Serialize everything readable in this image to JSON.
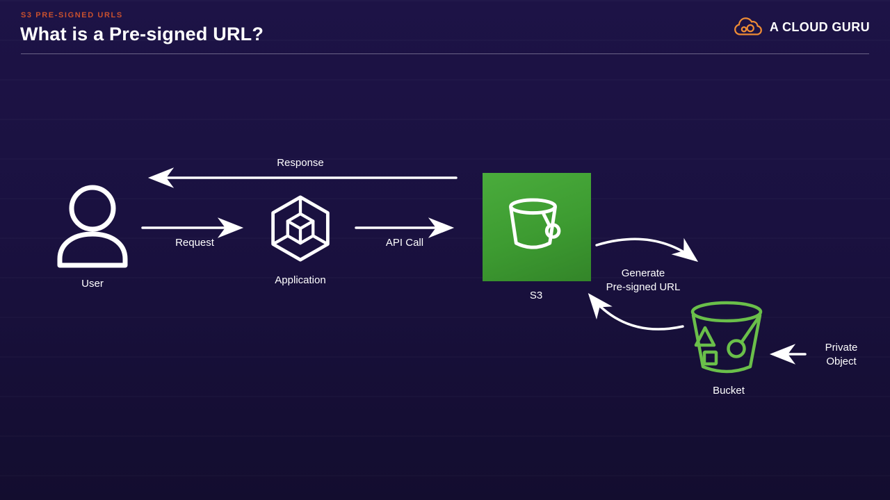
{
  "header": {
    "eyebrow": "S3 PRE-SIGNED URLS",
    "title": "What is a Pre-signed URL?"
  },
  "brand": {
    "name": "A CLOUD GURU",
    "logo_icon": "cloud-gears-icon",
    "logo_color": "#EF8C35"
  },
  "colors": {
    "background_top": "#1D1346",
    "background_bottom": "#130D2F",
    "eyebrow_text": "#C8502E",
    "s3_tile_green": "#3D9B31",
    "bucket_outline_green": "#6ABF4A",
    "arrow_white": "#FFFFFF"
  },
  "diagram": {
    "nodes": {
      "user": {
        "label": "User",
        "icon": "user-icon"
      },
      "application": {
        "label": "Application",
        "icon": "application-cube-icon"
      },
      "s3": {
        "label": "S3",
        "icon": "s3-service-icon"
      },
      "bucket": {
        "label": "Bucket",
        "icon": "bucket-objects-icon"
      }
    },
    "edges": {
      "request": {
        "label": "Request",
        "from": "user",
        "to": "application"
      },
      "api_call": {
        "label": "API Call",
        "from": "application",
        "to": "s3"
      },
      "response": {
        "label": "Response",
        "from": "s3",
        "to": "user"
      },
      "generate": {
        "label_line1": "Generate",
        "label_line2": "Pre-signed URL",
        "from": "s3",
        "to": "bucket"
      },
      "private_object": {
        "label_line1": "Private",
        "label_line2": "Object",
        "to": "bucket"
      }
    }
  }
}
